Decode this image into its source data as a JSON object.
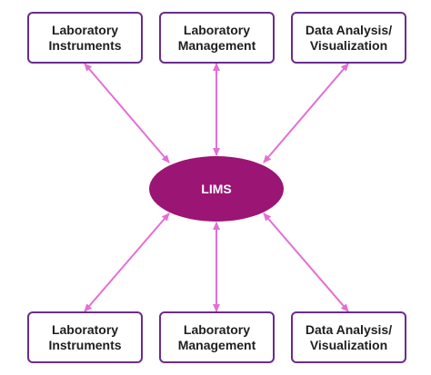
{
  "hub": {
    "label": "LIMS"
  },
  "nodes": {
    "top_left": "Laboratory\nInstruments",
    "top_center": "Laboratory\nManagement",
    "top_right": "Data Analysis/\nVisualization",
    "bottom_left": "Laboratory\nInstruments",
    "bottom_center": "Laboratory\nManagement",
    "bottom_right": "Data Analysis/\nVisualization"
  },
  "colors": {
    "hub_fill": "#9b1574",
    "node_border": "#6a2c8e",
    "connector": "#e36fd6"
  }
}
